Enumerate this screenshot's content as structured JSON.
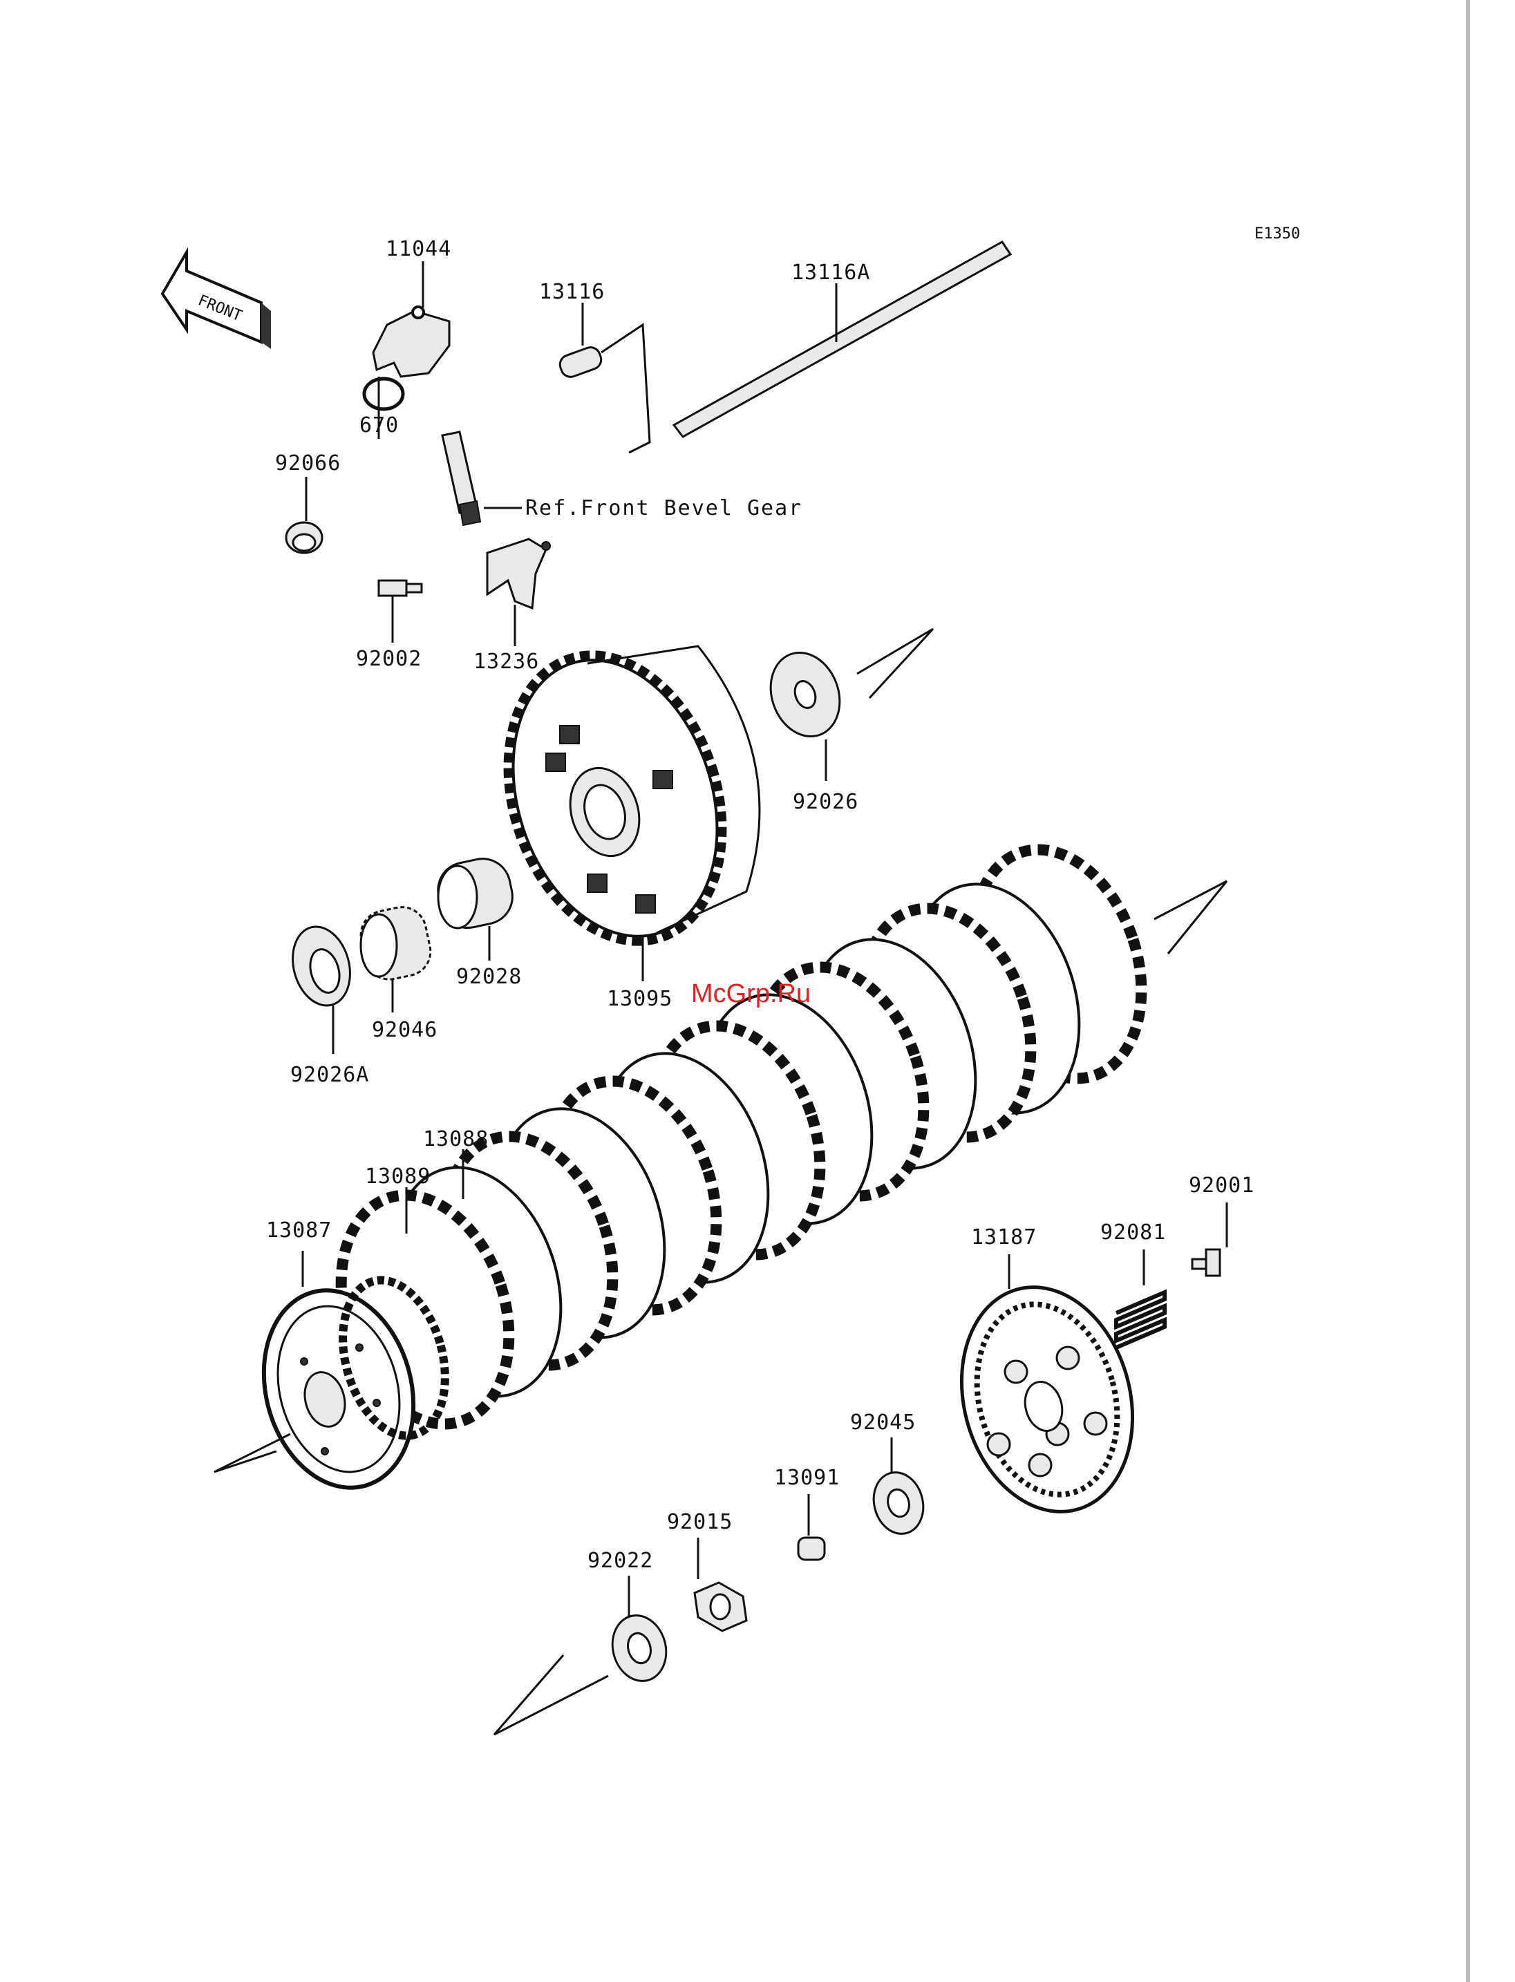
{
  "diagram": {
    "code": "E1350",
    "front_label": "FRONT",
    "reference_note": "Ref.Front Bevel Gear",
    "watermark": "McGrp.Ru",
    "parts": {
      "p11044": "11044",
      "p13116": "13116",
      "p13116A": "13116A",
      "p670": "670",
      "p92066": "92066",
      "p92002": "92002",
      "p13236": "13236",
      "p92026": "92026",
      "p92028": "92028",
      "p13095": "13095",
      "p92046": "92046",
      "p92026A": "92026A",
      "p13088": "13088",
      "p13089": "13089",
      "p13087": "13087",
      "p92001": "92001",
      "p92081": "92081",
      "p13187": "13187",
      "p92045": "92045",
      "p13091": "13091",
      "p92015": "92015",
      "p92022": "92022"
    }
  }
}
